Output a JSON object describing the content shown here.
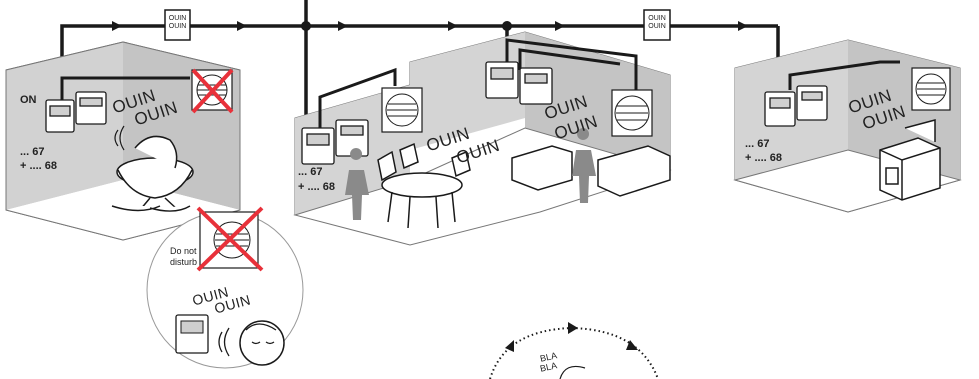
{
  "relay_boxes": [
    {
      "line1": "OUIN",
      "line2": "OUIN"
    },
    {
      "line1": "OUIN",
      "line2": "OUIN"
    }
  ],
  "rooms": {
    "nursery": {
      "status": "ON",
      "code_line1": "... 67",
      "code_line2": "+ .... 68",
      "sound_line1": "OUIN",
      "sound_line2": "OUIN"
    },
    "living": {
      "code_line1": "... 67",
      "code_line2": "+ .... 68",
      "sound_left_1": "OUIN",
      "sound_left_2": "OUIN",
      "sound_right_1": "OUIN",
      "sound_right_2": "OUIN"
    },
    "kitchen": {
      "code_line1": "... 67",
      "code_line2": "+ .... 68",
      "sound_line1": "OUIN",
      "sound_line2": "OUIN"
    }
  },
  "detail_circle": {
    "sign_line1": "Do not",
    "sign_line2": "disturb",
    "sound_line1": "OUIN",
    "sound_line2": "OUIN"
  },
  "bottom_circle": {
    "line1": "BLA",
    "line2": "BLA"
  },
  "colors": {
    "wall": "#c8c8c8",
    "line": "#1a1a1a",
    "cross": "#e8313a",
    "person": "#8a8a8a"
  }
}
